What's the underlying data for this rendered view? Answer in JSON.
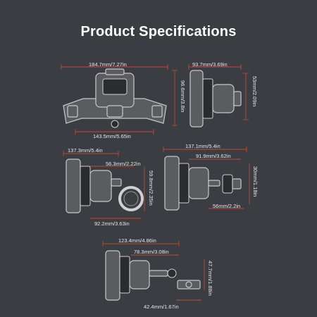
{
  "title": "Product Specifications",
  "dimensions": {
    "top_width": "184.7mm/7.27in",
    "top_height": "96.6mm/3.8in",
    "top_base": "143.5mm/5.65in",
    "side_depth": "93.7mm/3.69in",
    "side_height": "53mm/2.09in",
    "handlebar_width": "137.3mm/5.4in",
    "handlebar_clamp": "56.3mm/2.22in",
    "handlebar_height": "59.8mm/2.35in",
    "handlebar_depth": "92.2mm/3.63in",
    "mirror_width": "137.1mm/5.4in",
    "mirror_depth": "91.9mm/3.62in",
    "mirror_height": "30mm/1.18in",
    "mirror_base": "56mm/2.2in",
    "ball_width": "123.4mm/4.86in",
    "ball_depth": "78.3mm/3.08in",
    "ball_height": "47.7mm/1.88in",
    "ball_base": "42.4mm/1.67in"
  },
  "colors": {
    "background": "#3a3d42",
    "dimension_line": "#c8472f",
    "text": "#ffffff"
  }
}
